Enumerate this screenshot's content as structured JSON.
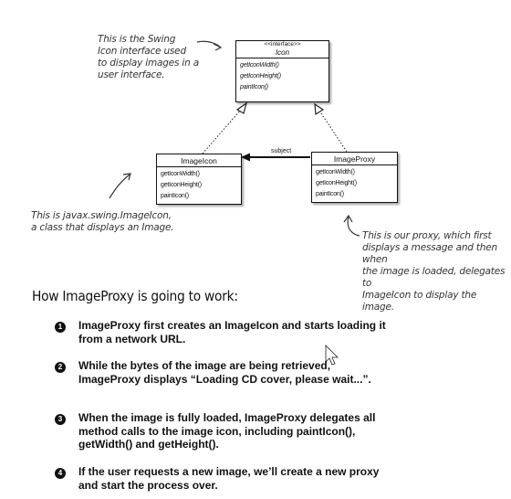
{
  "notes": {
    "swing_icon": [
      "This is the Swing",
      "Icon interface used",
      "to display images in a",
      "user interface."
    ],
    "imageicon": [
      "This is javax.swing.ImageIcon,",
      "a class that displays an Image."
    ],
    "proxy": [
      "This is our proxy, which first",
      "displays a message and then when",
      "the image is loaded, delegates to",
      "ImageIcon to display the image."
    ]
  },
  "diagram": {
    "icon": {
      "stereotype": "<<interface>>",
      "name": "Icon",
      "methods": [
        "getIconWidth()",
        "getIconHeight()",
        "paintIcon()"
      ]
    },
    "imageicon": {
      "name": "ImageIcon",
      "methods": [
        "getIconWidth()",
        "getIconHeight()",
        "paintIcon()"
      ]
    },
    "imageproxy": {
      "name": "ImageProxy",
      "methods": [
        "getIconWidth()",
        "getIconHeight()",
        "paintIcon()"
      ]
    },
    "association_label": "subject"
  },
  "section": {
    "title": "How ImageProxy is going to work:",
    "steps": [
      {
        "num": "1",
        "text": "ImageProxy first creates an ImageIcon and starts loading it from a network URL."
      },
      {
        "num": "2",
        "text": "While the bytes of the image are being retrieved, ImageProxy displays “Loading CD cover, please wait...”."
      },
      {
        "num": "3",
        "text": "When the image is fully loaded, ImageProxy delegates all method calls to the image icon, including paintIcon(), getWidth() and getHeight()."
      },
      {
        "num": "4",
        "text": "If the user requests a new image, we’ll create a new proxy and start the process over."
      }
    ]
  }
}
